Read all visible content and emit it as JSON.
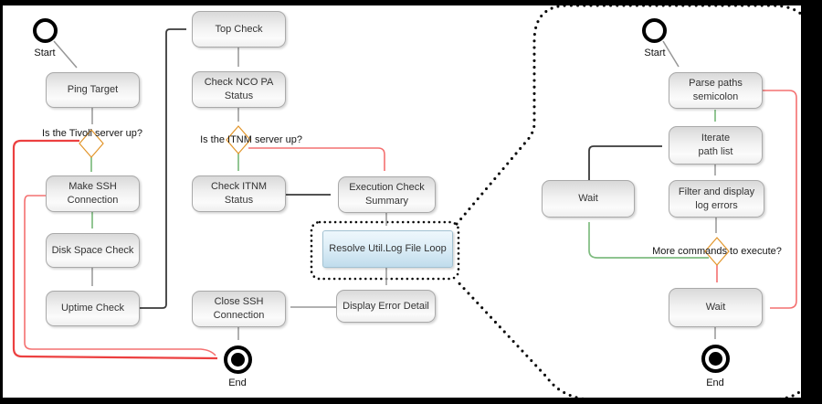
{
  "diagram_title": "ITNM health-check activity flow with magnified Resolve Util.Log File Loop sub-flow",
  "colors": {
    "node_fill_top": "#d9d9d9",
    "node_fill_bottom": "#efefef",
    "node_border": "#a9a9a9",
    "blue_node_fill": "#cfe4f2",
    "diamond_fill": "#f5a82f",
    "diamond_border": "#e2952a",
    "green_arrow": "#2d8f2d",
    "red_arrow": "#e03030",
    "gray_arrow": "#979797",
    "black_arrow": "#1c1c1c",
    "callout_dots": "#0a0a0a"
  },
  "left_flow": {
    "start": "Start",
    "ping_target": "Ping Target",
    "tivoli_question": "Is the Tivoli server up?",
    "make_ssh": "Make SSH\nConnection",
    "disk_space": "Disk Space Check",
    "uptime": "Uptime Check",
    "end": "End"
  },
  "middle_flow": {
    "top_check": "Top Check",
    "check_nco": "Check NCO PA\nStatus",
    "itnm_question": "Is the ITNM server up?",
    "check_itnm": "Check ITNM\nStatus",
    "exec_summary": "Execution Check\nSummary",
    "resolve_loop": "Resolve Util.Log File Loop",
    "display_error": "Display Error Detail",
    "close_ssh": "Close SSH\nConnection"
  },
  "right_flow": {
    "start": "Start",
    "parse_paths": "Parse paths\nsemicolon",
    "iterate": "Iterate\npath list",
    "filter_display": "Filter and display\nlog errors",
    "wait_loop": "Wait",
    "more_commands_question": "More commands to execute?",
    "wait_end": "Wait",
    "end": "End"
  }
}
